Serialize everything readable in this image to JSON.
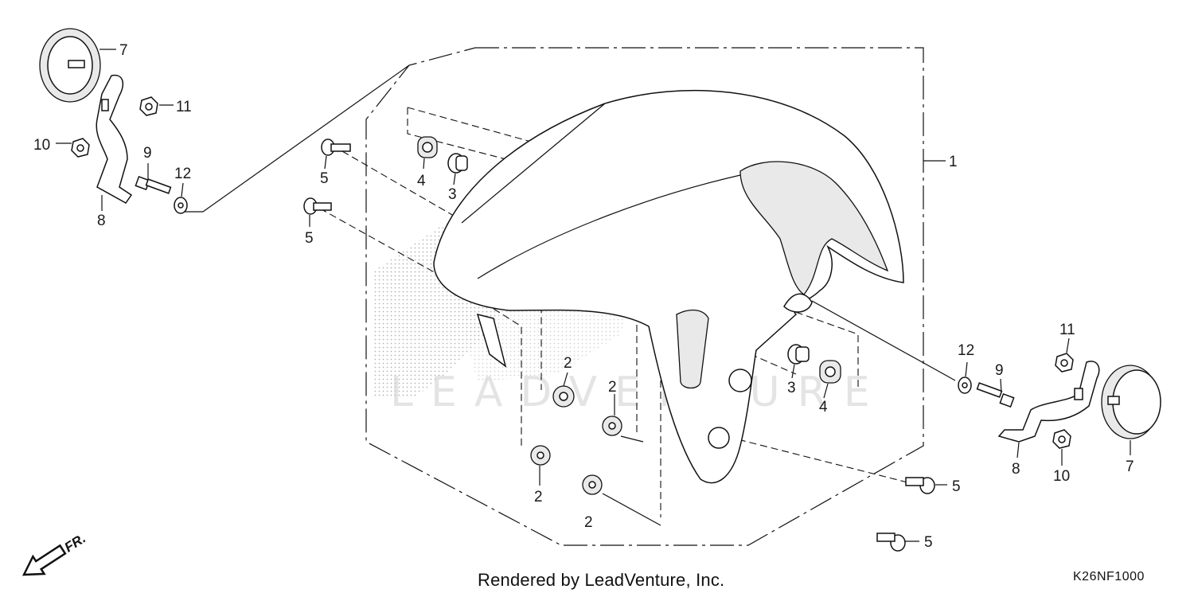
{
  "diagram": {
    "callouts": {
      "c1": "1",
      "c2a": "2",
      "c2b": "2",
      "c2c": "2",
      "c2d": "2",
      "c3a": "3",
      "c3b": "3",
      "c4a": "4",
      "c4b": "4",
      "c5a": "5",
      "c5b": "5",
      "c5c": "5",
      "c5d": "5",
      "c7a": "7",
      "c7b": "7",
      "c8a": "8",
      "c8b": "8",
      "c9a": "9",
      "c9b": "9",
      "c10a": "10",
      "c10b": "10",
      "c11a": "11",
      "c11b": "11",
      "c12a": "12",
      "c12b": "12"
    },
    "direction_label": "FR.",
    "watermark_text": "LEADVENTURE"
  },
  "footer": {
    "credit": "Rendered by LeadVenture, Inc.",
    "diagram_code": "K26NF1000"
  },
  "colors": {
    "line": "#111111",
    "halftone": "#bdbdbd",
    "background": "#ffffff"
  },
  "icons": {
    "front_arrow": "front-direction-arrow-icon"
  }
}
